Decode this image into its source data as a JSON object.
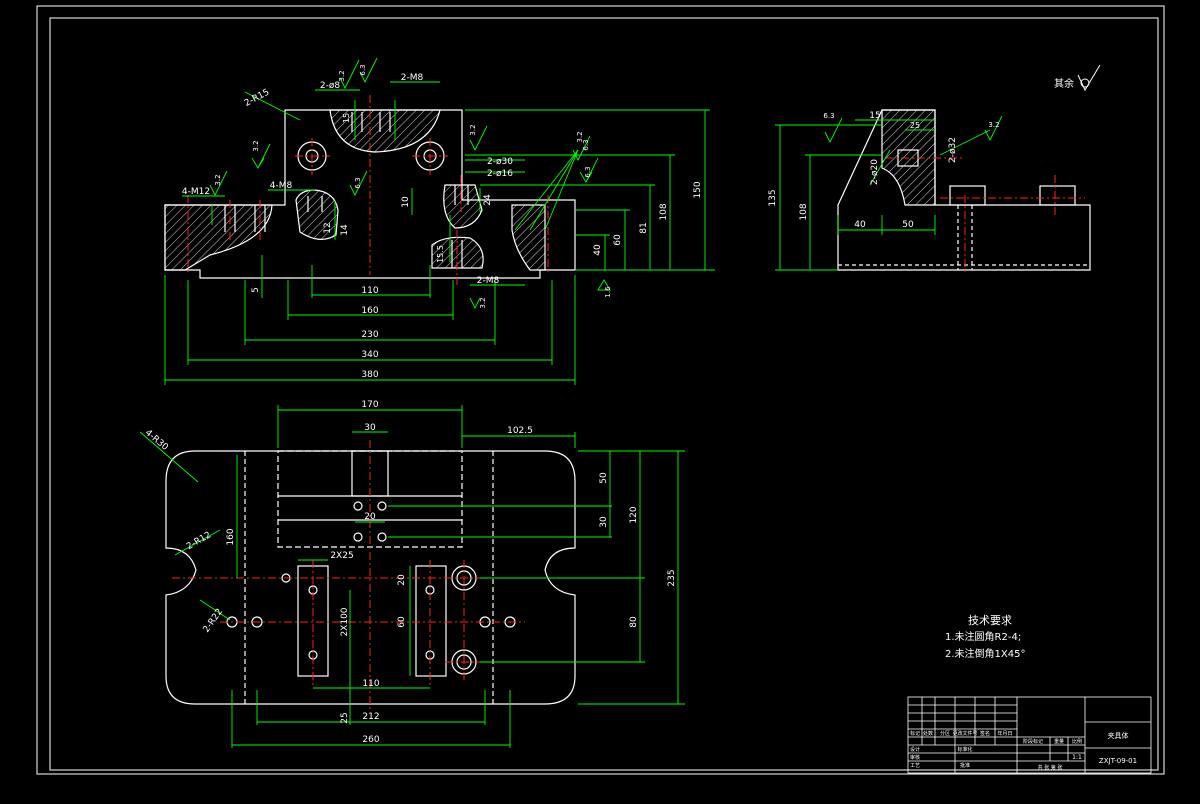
{
  "colors": {
    "background": "#000000",
    "outline": "#ffffff",
    "dimension": "#00ff00",
    "center": "#ff2020",
    "hatch": "#ffffff"
  },
  "front_view": {
    "dims": {
      "d150": "150",
      "d108": "108",
      "d81": "81",
      "d60": "60",
      "d40": "40",
      "d10": "10",
      "d24": "24",
      "d12": "12",
      "d14": "14",
      "d5": "5",
      "d15": "15",
      "d155": "15.5",
      "d110": "110",
      "d160": "160",
      "d230": "230",
      "d340": "340",
      "d380": "380"
    },
    "notes": {
      "r15": "2-R15",
      "phi8": "2-ø8",
      "m8_top": "2-M8",
      "phi30": "2-ø30",
      "phi16": "2-ø16",
      "m12": "4-M12",
      "m8_left": "4-M8",
      "m8_bottom": "2-M8"
    },
    "roughness": {
      "r1": "3.2",
      "r2": "6.3",
      "r3": "3.2",
      "r4": "3.2",
      "r5": "6.3",
      "r6": "3.2",
      "r7": "6.3",
      "r8": "3.2",
      "r9": "6.3",
      "r10": "1.6",
      "r11": "3.2",
      "r12": "3.2"
    }
  },
  "side_view": {
    "dims": {
      "d135": "135",
      "d108": "108",
      "d40": "40",
      "d50": "50",
      "d15": "15",
      "d25": "25"
    },
    "notes": {
      "phi20": "2-ø20",
      "phi32": "2-ø32"
    },
    "roughness": {
      "r1": "6.3",
      "r2": "3.2"
    }
  },
  "other_symbol": {
    "label": "其余"
  },
  "top_view": {
    "dims": {
      "d170": "170",
      "d30": "30",
      "d1025": "102.5",
      "d20": "20",
      "d2x25": "2X25",
      "d2x100": "2X100",
      "d20b": "20",
      "d60": "60",
      "d110": "110",
      "d25": "25",
      "d212": "212",
      "d260": "260",
      "d160": "160",
      "d50": "50",
      "d30r": "30",
      "d120": "120",
      "d80": "80",
      "d235": "235"
    },
    "notes": {
      "r30": "4-R30",
      "r12": "2-R12",
      "r22": "2-R22"
    }
  },
  "tech_requirements": {
    "title": "技术要求",
    "items": [
      "1.未注圆角R2-4;",
      "2.未注倒角1X45°"
    ]
  },
  "title_block": {
    "drawing_name": "夹具体",
    "drawing_number": "ZXJT-09-01",
    "scale": "1:1",
    "cells": [
      "标记",
      "处数",
      "分区",
      "更改文件号",
      "签名",
      "年月日",
      "设计",
      "标准化",
      "审核",
      "工艺",
      "批准",
      "阶段标记",
      "重量",
      "比例",
      "共 张 第 张"
    ]
  }
}
